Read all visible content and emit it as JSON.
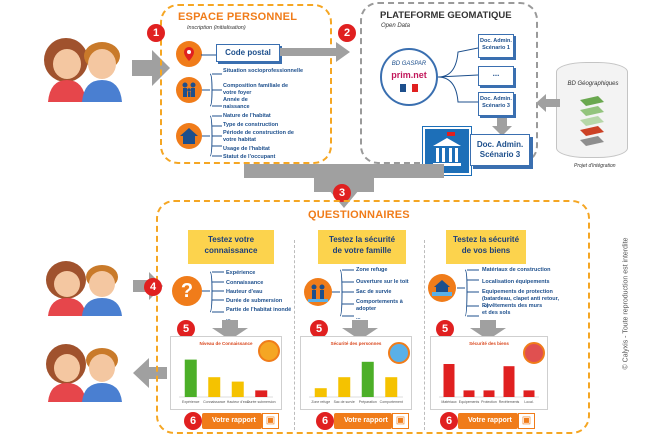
{
  "colors": {
    "accent": "#f07c1a",
    "badge": "#e02020",
    "blue": "#1d4f8c",
    "yellow": "#fcd34d",
    "grey_arrow": "#a0a0a0"
  },
  "step_badges": [
    "1",
    "2",
    "3",
    "4",
    "5",
    "6"
  ],
  "espace": {
    "title": "ESPACE PERSONNEL",
    "subtitle": "Inscription (initialisation)",
    "code_postal": "Code postal",
    "family_fields": [
      "Situation socioprofessionnelle",
      "Composition familiale de votre foyer",
      "Année de naissance"
    ],
    "house_fields": [
      "Nature de l'habitat",
      "Type de construction",
      "Période de construction de votre habitat",
      "Usage de l'habitat",
      "Statut de l'occupant"
    ]
  },
  "plateforme": {
    "title": "PLATEFORME GEOMATIQUE",
    "subtitle": "Open Data",
    "gaspar_label": "BD GASPAR",
    "prim_label": "prim.net",
    "docs": [
      "Doc. Admin. Scénario 1",
      "...",
      "Doc. Admin. Scénario 3"
    ],
    "doc_main": "Doc. Admin. Scénario 3"
  },
  "bd_geo": {
    "title": "BD Géographiques",
    "caption": "Projet d'intégration"
  },
  "questionnaires": {
    "title": "QUESTIONNAIRES",
    "columns": [
      {
        "title": "Testez votre connaissance",
        "items": [
          "Expérience",
          "Connaissance",
          "Hauteur d'eau",
          "Durée de submersion",
          "Partie de l'habitat inondé",
          "..."
        ],
        "chart_title": "Niveau de Connaissance",
        "report": "Votre rapport"
      },
      {
        "title": "Testez la sécurité de votre famille",
        "items": [
          "Zone refuge",
          "Ouverture sur le toit",
          "Sac de survie",
          "Comportements à adopter",
          "..."
        ],
        "chart_title": "Sécurité des personnes",
        "report": "Votre rapport"
      },
      {
        "title": "Testez la sécurité de vos biens",
        "items": [
          "Matériaux de construction",
          "Localisation équipements",
          "Equipements de protection (batardeau, clapet anti retour, ...)",
          "Revêtements des murs et des sols",
          "..."
        ],
        "chart_title": "Sécurité des biens",
        "report": "Votre rapport"
      }
    ]
  },
  "copyright": "© Calyxis - Toute reproduction est interdite",
  "chart_data": [
    {
      "type": "bar",
      "title": "Niveau de Connaissance",
      "categories": [
        "Expérience",
        "Connaissance",
        "Hauteur d'eau",
        "Durée submersion"
      ],
      "values": [
        0.85,
        0.45,
        0.35,
        0.15
      ],
      "colors": [
        "#4caf28",
        "#f5c200",
        "#f5c200",
        "#e02020"
      ]
    },
    {
      "type": "bar",
      "title": "Sécurité des personnes",
      "categories": [
        "Zone refuge",
        "Sac de survie",
        "Préparation",
        "Comportement"
      ],
      "values": [
        0.2,
        0.45,
        0.8,
        0.45
      ],
      "colors": [
        "#f5c200",
        "#f5c200",
        "#4caf28",
        "#f5c200"
      ]
    },
    {
      "type": "bar",
      "title": "Sécurité des biens",
      "categories": [
        "Matériaux",
        "Equipements",
        "Protection",
        "Revêtements",
        "Local."
      ],
      "values": [
        0.75,
        0.15,
        0.15,
        0.7,
        0.15
      ],
      "colors": [
        "#e02020",
        "#e02020",
        "#e02020",
        "#e02020",
        "#e02020"
      ]
    }
  ]
}
